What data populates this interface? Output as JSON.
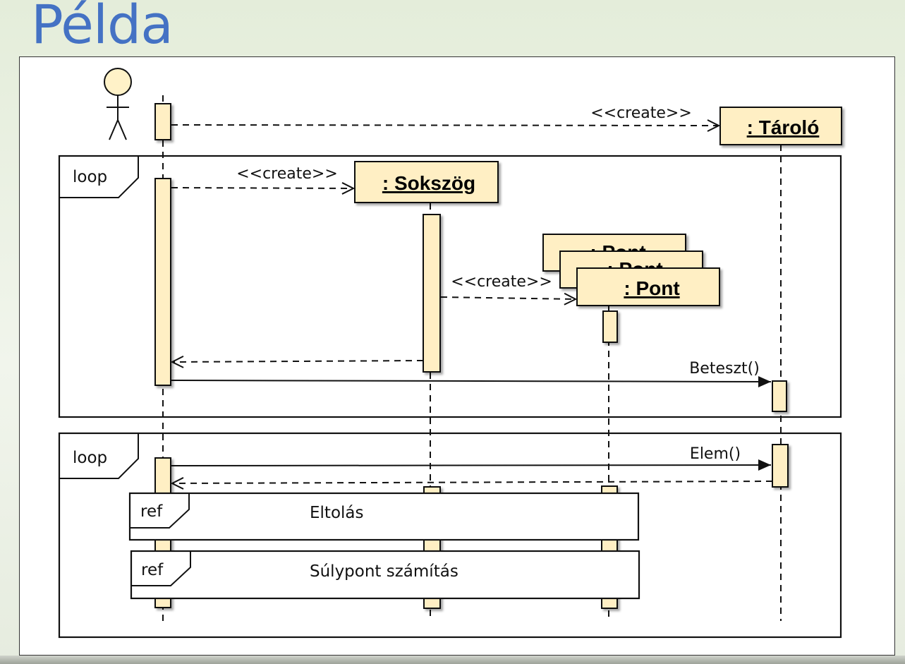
{
  "slide": {
    "title": "Példa"
  },
  "lifelines": {
    "container": ": Tároló",
    "polygon": ": Sokszög",
    "point": ": Pont"
  },
  "messages": {
    "create_container": "<<create>>",
    "create_polygon": "<<create>>",
    "create_point": "<<create>>",
    "insert": "Beteszt()",
    "element": "Elem()"
  },
  "fragments": {
    "loop1": "loop",
    "loop2": "loop",
    "ref1": {
      "tag": "ref",
      "label": "Eltolás"
    },
    "ref2": {
      "tag": "ref",
      "label": "Súlypont számítás"
    }
  },
  "colors": {
    "title": "#4472c4",
    "object_fill": "#ffefc4",
    "actor_fill": "#fff2c8",
    "line": "#111111"
  }
}
